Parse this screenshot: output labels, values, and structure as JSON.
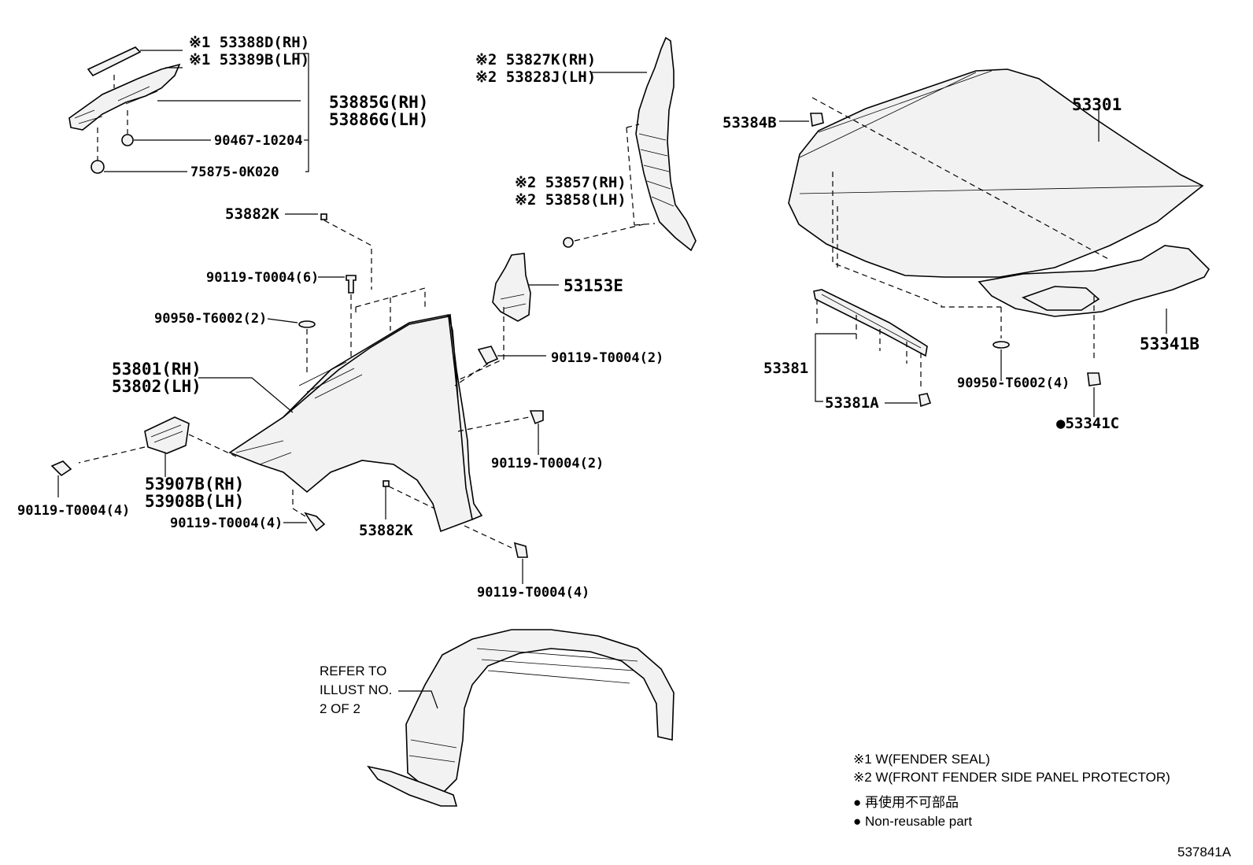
{
  "labels": {
    "p53388": "※1 53388D(RH)",
    "p53389": "※1 53389B(LH)",
    "p53885": "53885G(RH)",
    "p53886": "53886G(LH)",
    "p90467": "90467-10204",
    "p75875": "75875-0K020",
    "p53882_top": "53882K",
    "p90119_6": "90119-T0004(6)",
    "p90950_2": "90950-T6002(2)",
    "p53801": "53801(RH)",
    "p53802": "53802(LH)",
    "p53907": "53907B(RH)",
    "p53908": "53908B(LH)",
    "p90119_4_left": "90119-T0004(4)",
    "p90119_4_mid": "90119-T0004(4)",
    "p53882_bottom": "53882K",
    "p90119_4_bottom": "90119-T0004(4)",
    "p90119_2_lower": "90119-T0004(2)",
    "p90119_2_upper": "90119-T0004(2)",
    "p53827": "※2 53827K(RH)",
    "p53828": "※2 53828J(LH)",
    "p53857": "※2 53857(RH)",
    "p53858": "※2 53858(LH)",
    "p53153": "53153E",
    "p53384": "53384B",
    "p53301": "53301",
    "p53381": "53381",
    "p53381a": "53381A",
    "p90950_4": "90950-T6002(4)",
    "p53341b": "53341B",
    "p53341c": "●53341C",
    "refer_line1": "REFER TO",
    "refer_line2": "ILLUST NO.",
    "refer_line3": "2 OF 2"
  },
  "legend": {
    "note1": "※1 W(FENDER SEAL)",
    "note2": "※2 W(FRONT FENDER SIDE PANEL PROTECTOR)",
    "jp": "● 再使用不可部品",
    "en": "● Non-reusable part"
  },
  "illustration_id": "537841A"
}
